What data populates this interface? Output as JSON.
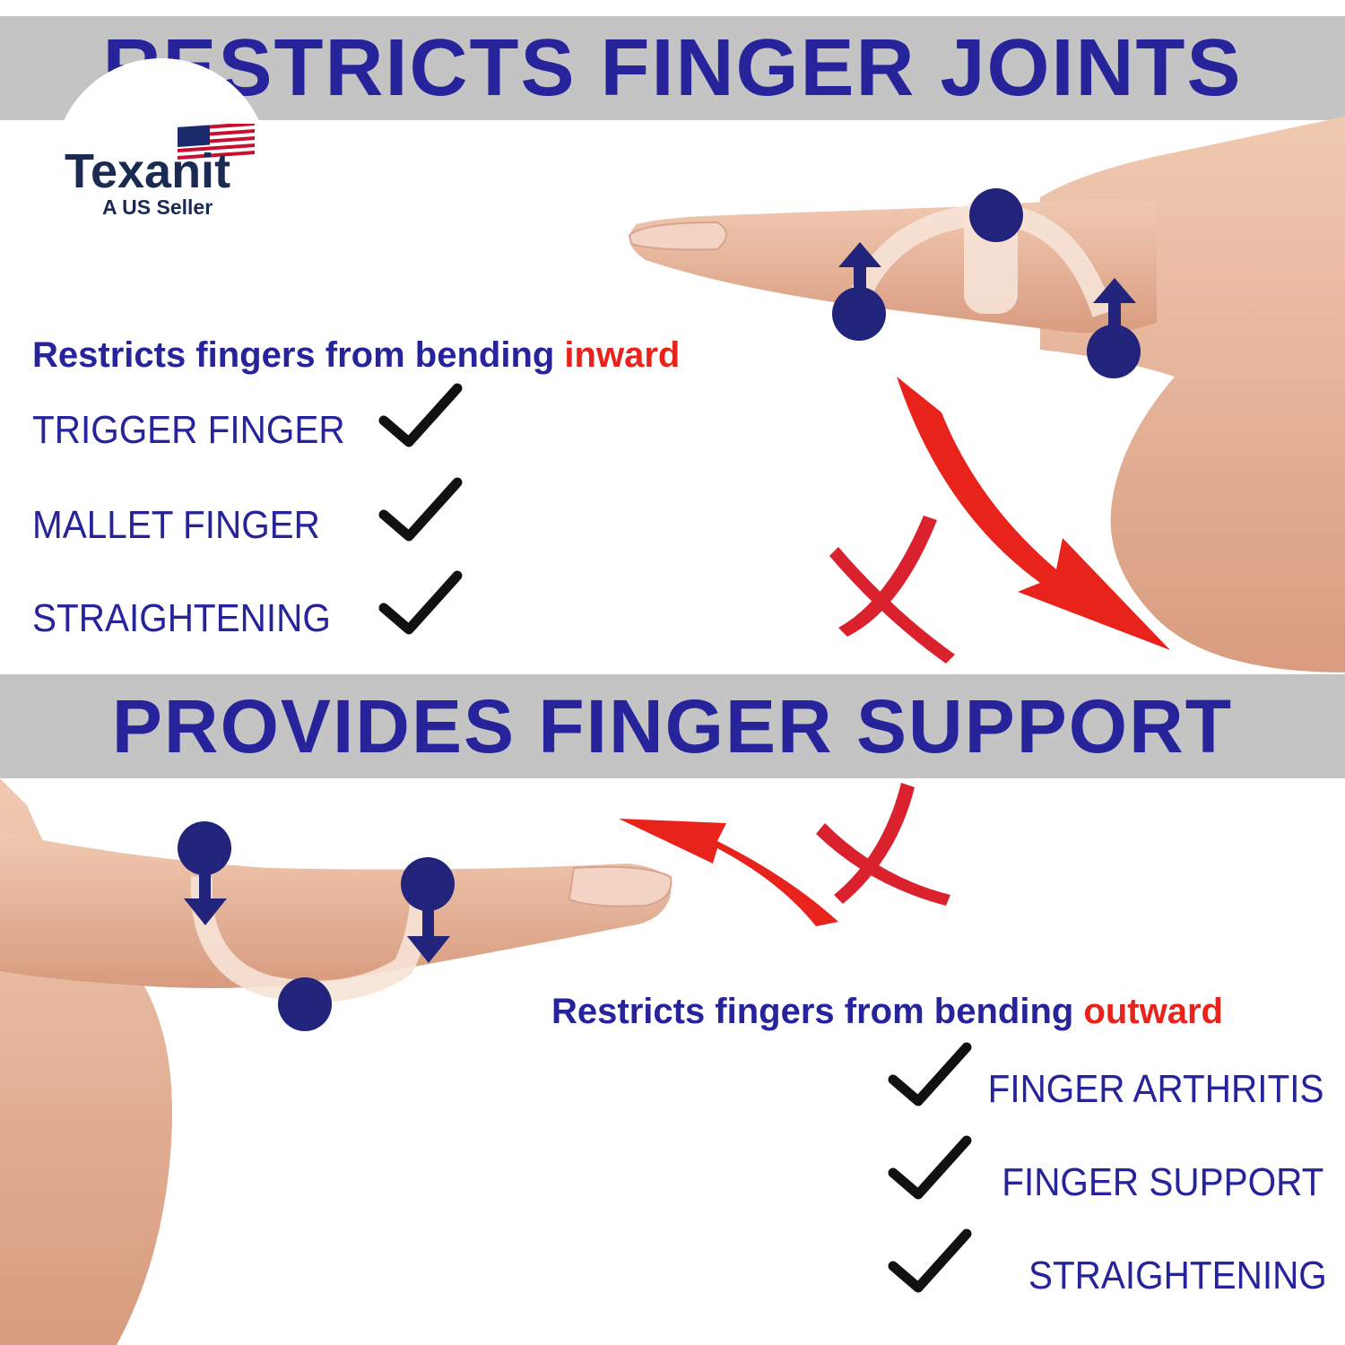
{
  "brand": {
    "name": "Texanit",
    "tagline": "A US Seller"
  },
  "top_section": {
    "title": "RESTRICTS FINGER JOINTS",
    "subtitle_prefix": "Restricts fingers from bending ",
    "subtitle_accent": "inward",
    "conditions": [
      "TRIGGER FINGER",
      "MALLET FINGER",
      "STRAIGHTENING"
    ]
  },
  "bottom_section": {
    "title": "PROVIDES FINGER SUPPORT",
    "subtitle_prefix": "Restricts fingers from bending ",
    "subtitle_accent": "outward",
    "conditions": [
      "FINGER ARTHRITIS",
      "FINGER SUPPORT",
      "STRAIGHTENING"
    ]
  },
  "colors": {
    "navy": "#26239b",
    "accent_red": "#e8231b",
    "banner_gray": "#c4c4c4",
    "skin": "#e9b89d"
  },
  "icons": [
    "us-flag-icon",
    "checkmark-icon",
    "red-x-icon",
    "red-arrow-icon",
    "pressure-point-icon"
  ]
}
